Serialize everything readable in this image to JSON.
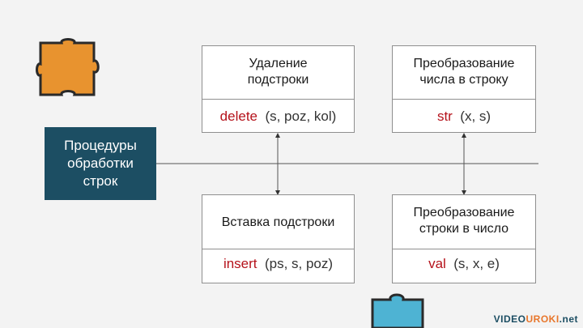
{
  "colors": {
    "background": "#f3f3f3",
    "accent_dark": "#1c4e63",
    "function_name": "#b5121b",
    "puzzle_orange": "#e8932f",
    "puzzle_blue": "#4eb3d3"
  },
  "icons": [
    "puzzle-piece-orange-icon",
    "puzzle-piece-blue-icon"
  ],
  "procedures_label": "Процедуры\nобработки\nстрок",
  "cards": {
    "delete": {
      "title": "Удаление\nподстроки",
      "fn": "delete",
      "args": "(s, poz, kol)"
    },
    "str": {
      "title": "Преобразование\nчисла в строку",
      "fn": "str",
      "args": "(x, s)"
    },
    "insert": {
      "title": "Вставка подстроки",
      "fn": "insert",
      "args": "(ps, s, poz)"
    },
    "val": {
      "title": "Преобразование\nстроки в число",
      "fn": "val",
      "args": "(s, x, e)"
    }
  },
  "watermark": {
    "part1": "VIDEO",
    "part2": "UROKI",
    "part3": ".net"
  }
}
